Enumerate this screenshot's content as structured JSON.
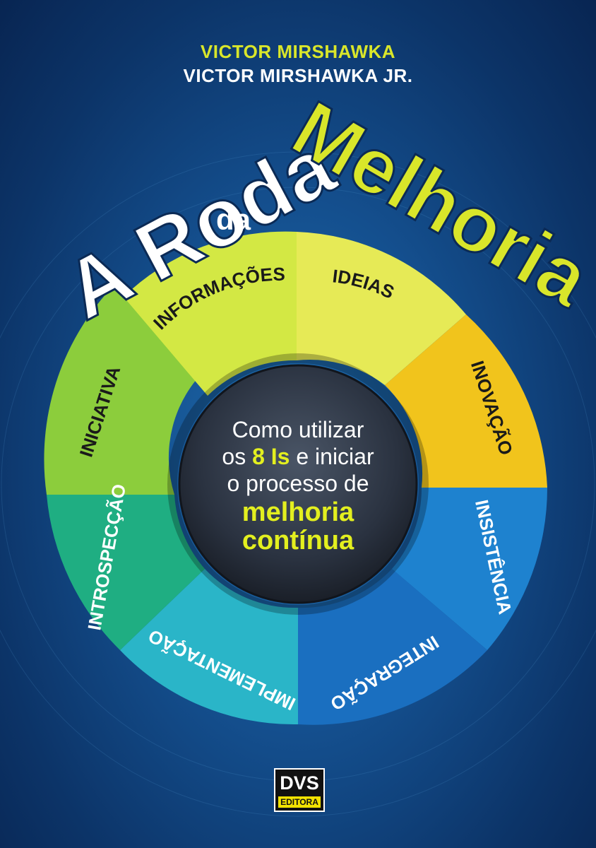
{
  "cover": {
    "authors": [
      "VICTOR MIRSHAWKA",
      "VICTOR MIRSHAWKA JR."
    ],
    "title": {
      "line1": "A Roda",
      "connector": "da",
      "line2": "Melhoria"
    },
    "wheel": {
      "segments": [
        "INFORMAÇÕES",
        "IDEIAS",
        "INOVAÇÃO",
        "INSISTÊNCIA",
        "INTEGRAÇÃO",
        "IMPLEMENTAÇÃO",
        "INTROSPECÇÃO",
        "INICIATIVA"
      ],
      "center": {
        "line1": "Como utilizar",
        "line2_prefix": "os",
        "line2_highlight": "8 Is",
        "line2_suffix": "e iniciar",
        "line3": "o processo de",
        "emphasis1": "melhoria",
        "emphasis2": "contínua"
      }
    },
    "publisher": {
      "name": "DVS",
      "subtitle": "EDITORA"
    },
    "colors": {
      "background": "#144f8e",
      "author_primary": "#d9e62a",
      "title_white": "#ffffff",
      "title_accent": "#d9e62a",
      "center_highlight": "#e3ef1f",
      "segment_yellow": "#e8e84a",
      "segment_orange": "#f2c11a",
      "segment_blue": "#1f86cf",
      "segment_teal": "#26b3b0",
      "segment_green": "#7cc83a"
    }
  }
}
